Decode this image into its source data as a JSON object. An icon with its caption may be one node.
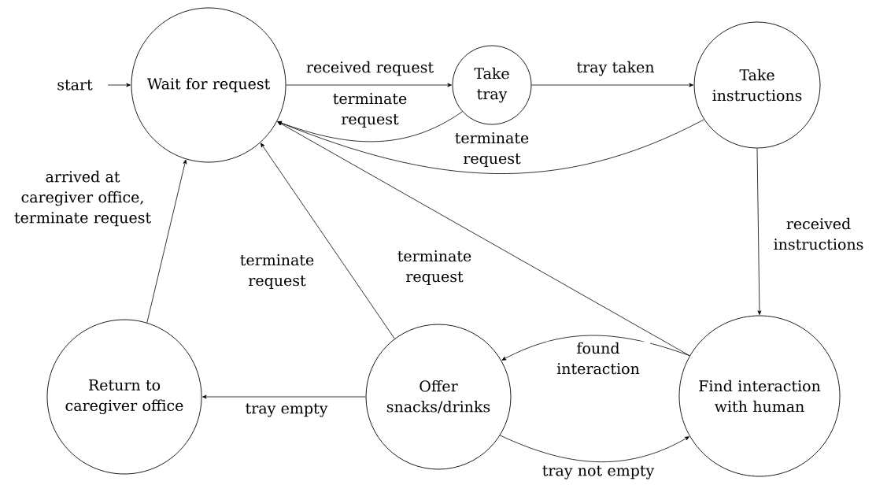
{
  "diagram": {
    "nodes": [
      {
        "text": [
          "start"
        ]
      },
      {
        "text": [
          "Wait for request"
        ]
      },
      {
        "text": [
          "Take tray"
        ]
      },
      {
        "text": [
          "Take instructions"
        ]
      },
      {
        "text": [
          "Find interaction with human"
        ]
      },
      {
        "text": [
          "Offer snacks/drinks"
        ]
      },
      {
        "text": [
          "Return to caregiver office"
        ]
      }
    ],
    "edges": [
      {
        "from": 0,
        "to": 1,
        "arrow": "to"
      },
      {
        "from": 1,
        "to": 2,
        "arrow": "to",
        "label": "received request"
      },
      {
        "from": 2,
        "to": 1,
        "arrow": "to",
        "label": "terminate request"
      },
      {
        "from": 2,
        "to": 3,
        "arrow": "to",
        "label": "tray taken"
      },
      {
        "from": 3,
        "to": 1,
        "arrow": "to",
        "label": "terminate request"
      },
      {
        "from": 3,
        "to": 4,
        "arrow": "to",
        "label": "received instructions"
      },
      {
        "from": 4,
        "to": 1,
        "arrow": "to",
        "label": "terminate request"
      },
      {
        "from": 4,
        "to": 5,
        "arrow": "to",
        "label": "found interaction"
      },
      {
        "from": 5,
        "to": 4,
        "arrow": "to",
        "label": "tray not empty"
      },
      {
        "from": 5,
        "to": 6,
        "arrow": "to",
        "label": "tray empty"
      },
      {
        "from": 5,
        "to": 1,
        "arrow": "to",
        "label": "terminate request"
      },
      {
        "from": 6,
        "to": 1,
        "arrow": "to",
        "label": "arrived at caregiver office, terminate request"
      }
    ]
  }
}
